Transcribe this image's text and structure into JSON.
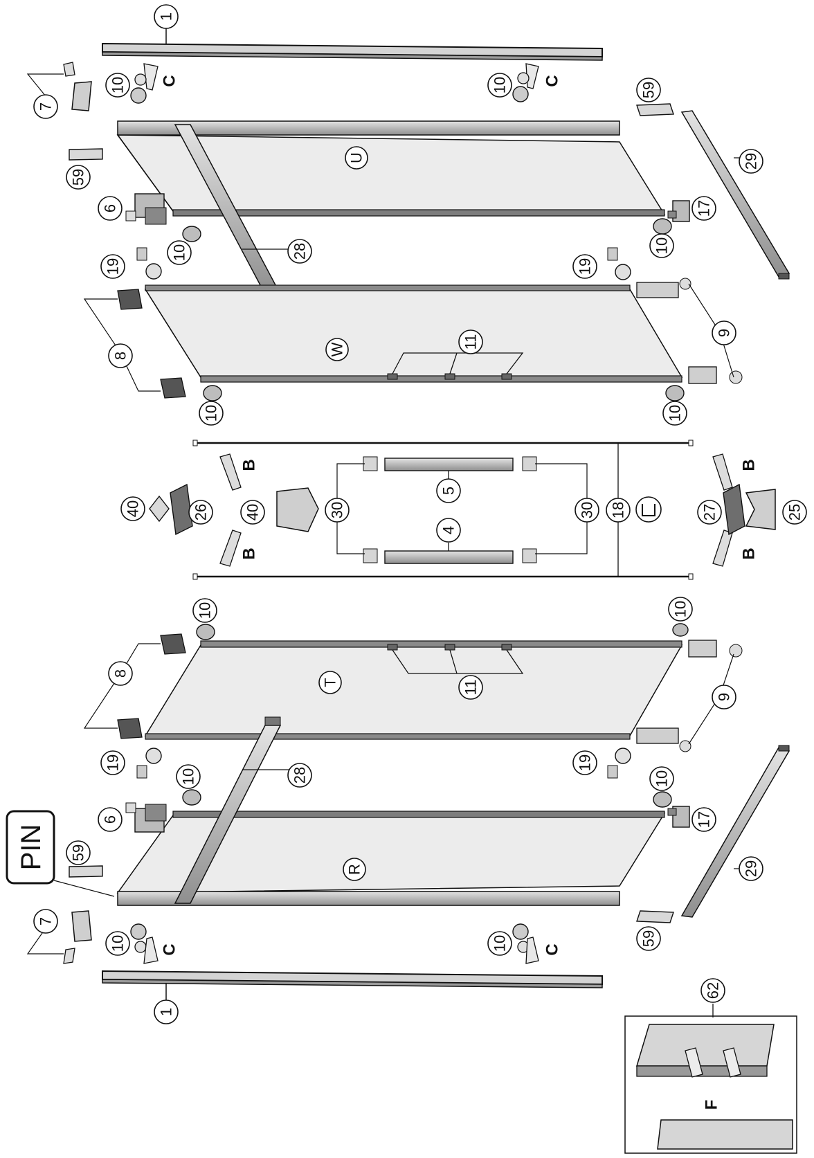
{
  "diagram": {
    "pin_label": "PIN",
    "part_numbers": {
      "p1_top": "1",
      "p1_bottom": "1",
      "p4": "4",
      "p5": "5",
      "p6_top": "6",
      "p6_bottom": "6",
      "p7_top": "7",
      "p7_bottom": "7",
      "p8_top": "8",
      "p8_bottom": "8",
      "p9_top": "9",
      "p9_bottom": "9",
      "p10_a": "10",
      "p10_b": "10",
      "p10_c": "10",
      "p10_d": "10",
      "p10_e": "10",
      "p10_f": "10",
      "p10_g": "10",
      "p10_h": "10",
      "p10_i": "10",
      "p10_j": "10",
      "p10_k": "10",
      "p10_l": "10",
      "p11_top": "11",
      "p11_bottom": "11",
      "p17_top": "17",
      "p17_bottom": "17",
      "p18": "18",
      "p19_a": "19",
      "p19_b": "19",
      "p19_c": "19",
      "p19_d": "19",
      "p25": "25",
      "p26": "26",
      "p27": "27",
      "p28_top": "28",
      "p28_bottom": "28",
      "p29_top": "29",
      "p29_bottom": "29",
      "p30_left": "30",
      "p30_right": "30",
      "p40_a": "40",
      "p40_b": "40",
      "p59_a": "59",
      "p59_b": "59",
      "p59_c": "59",
      "p59_d": "59",
      "p62": "62"
    },
    "panel_letters": {
      "U": "U",
      "W": "W",
      "T": "T",
      "R": "R"
    },
    "screw_letters": {
      "c1": "C",
      "c2": "C",
      "c3": "C",
      "c4": "C",
      "b1": "B",
      "b2": "B",
      "b3": "B",
      "b4": "B",
      "f": "F"
    },
    "colors": {
      "line": "#111111",
      "part_fill": "#cfcfcf",
      "glass_fill": "#ececec",
      "dark_part": "#8e8e8e"
    }
  }
}
